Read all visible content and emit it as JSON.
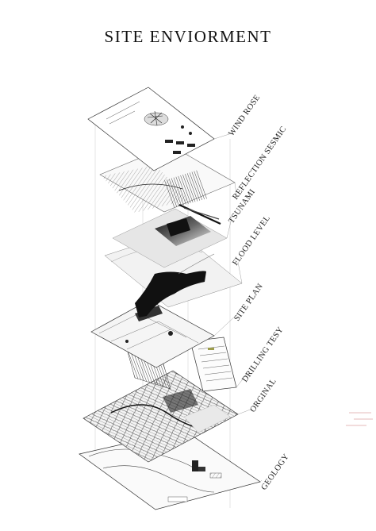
{
  "title": "SITE ENVIORMENT",
  "layers": [
    {
      "id": "wind-rose",
      "label": "WIND ROSE"
    },
    {
      "id": "reflection-sesmic",
      "label": "REFLECTION SESMIC"
    },
    {
      "id": "tsunami",
      "label": "TSUNAMI"
    },
    {
      "id": "flood-level",
      "label": "FLOOD LEVEL"
    },
    {
      "id": "site-plan",
      "label": "SITE PLAN"
    },
    {
      "id": "drilling-tesy",
      "label": "DRILLING TESY"
    },
    {
      "id": "orginal",
      "label": "ORGINAL"
    },
    {
      "id": "geology",
      "label": "GEOLOGY"
    }
  ],
  "colors": {
    "ink": "#111111",
    "line": "#555555",
    "dark": "#1a1a1a",
    "mid": "#8a8a8a",
    "light": "#d6d6d6"
  }
}
